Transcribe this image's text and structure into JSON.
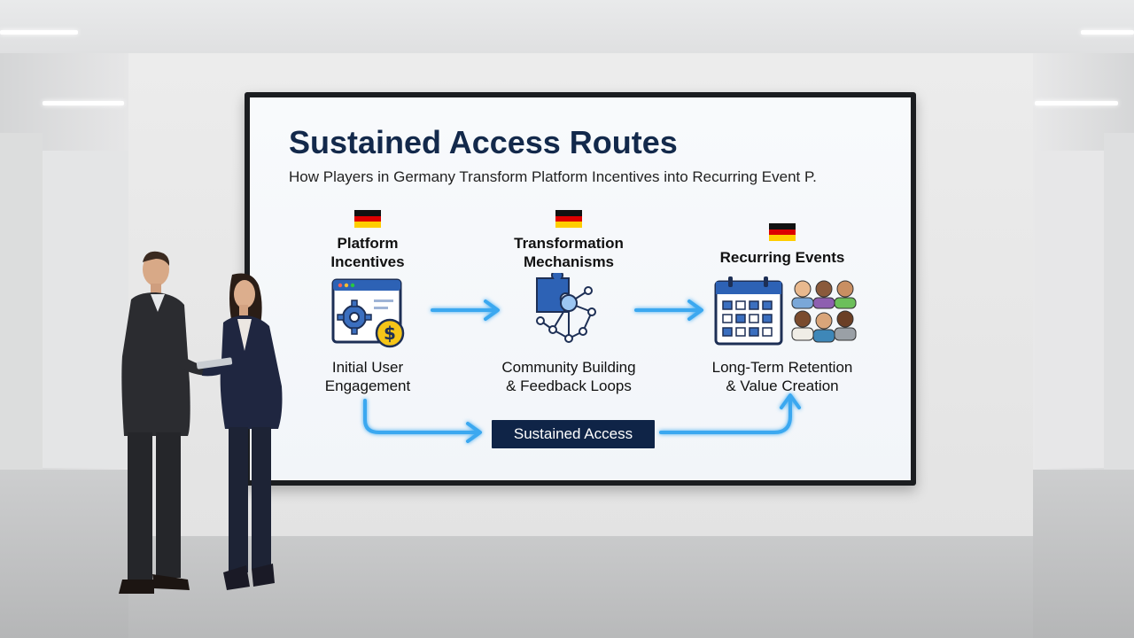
{
  "slide": {
    "title": "Sustained Access Routes",
    "subtitle": "How Players in Germany Transform Platform Incentives into Recurring Event P.",
    "stages": [
      {
        "label_lines": [
          "Platform",
          "Incentives"
        ],
        "desc_lines": [
          "Initial User",
          "Engagement"
        ],
        "icon": "dashboard-gear-coin-icon"
      },
      {
        "label_lines": [
          "Transformation",
          "Mechanisms"
        ],
        "desc_lines": [
          "Community Building",
          "& Feedback Loops"
        ],
        "icon": "puzzle-network-icon"
      },
      {
        "label_lines": [
          "Recurring Events"
        ],
        "desc_lines": [
          "Long-Term Retention",
          "& Value Creation"
        ],
        "icon": "calendar-people-icon"
      }
    ],
    "bottom_box": "Sustained Access"
  },
  "colors": {
    "title": "#13294b",
    "box": "#0f2447",
    "arrow": "#3aa8f0",
    "flag_black": "#111111",
    "flag_red": "#dd0000",
    "flag_gold": "#ffce00"
  }
}
